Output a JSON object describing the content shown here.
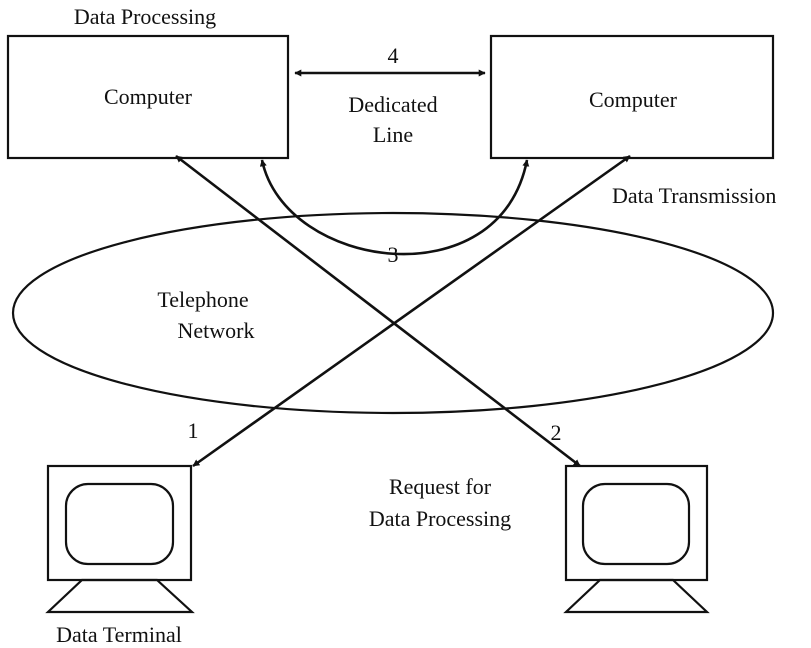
{
  "labels": {
    "data_processing": "Data Processing",
    "computer_left": "Computer",
    "computer_right": "Computer",
    "dedicated_line_1": "Dedicated",
    "dedicated_line_2": "Line",
    "num_4": "4",
    "num_3": "3",
    "num_1": "1",
    "num_2": "2",
    "data_transmission": "Data Transmission",
    "telephone": "Telephone",
    "network": "Network",
    "request_for": "Request for",
    "request_data_processing": "Data Processing",
    "data_terminal": "Data Terminal"
  }
}
